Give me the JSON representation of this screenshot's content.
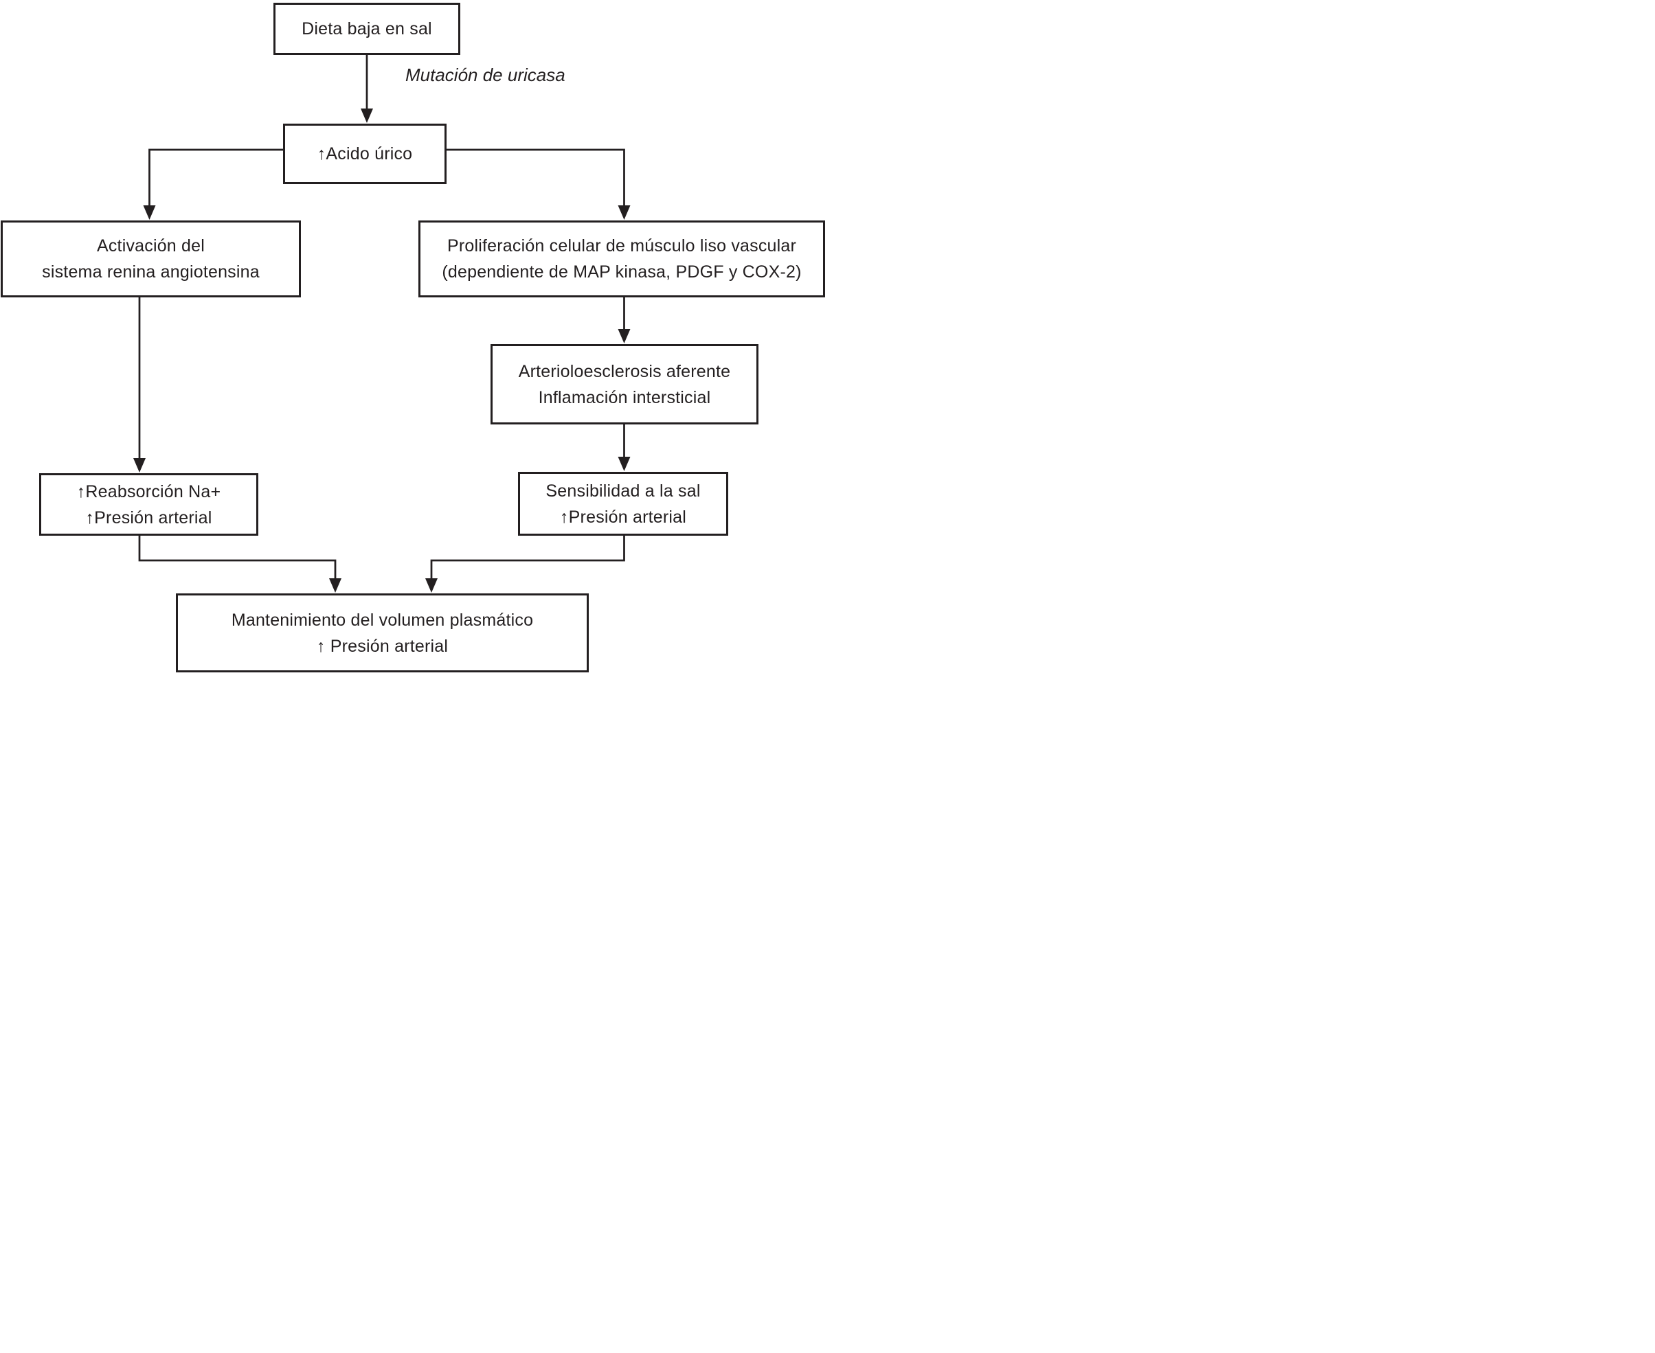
{
  "figure": {
    "type": "flowchart",
    "background_color": "#ffffff",
    "line_color": "#231f20",
    "text_color": "#231f20"
  },
  "nodes": {
    "dieta": {
      "text": "Dieta baja en sal"
    },
    "acido": {
      "text": "↑Acido úrico"
    },
    "activacion": {
      "line1": "Activación del",
      "line2": "sistema renina angiotensina"
    },
    "proliferacion": {
      "line1": "Proliferación celular de músculo liso vascular",
      "line2": "(dependiente de MAP kinasa, PDGF y COX-2)"
    },
    "arterioloesclerosis": {
      "line1": "Arterioloesclerosis aferente",
      "line2": "Inflamación intersticial"
    },
    "reabsorcion": {
      "line1": "↑Reabsorción Na+",
      "line2": "↑Presión arterial"
    },
    "sensibilidad": {
      "line1": "Sensibilidad a la sal",
      "line2": "↑Presión arterial"
    },
    "mantenimiento": {
      "line1": "Mantenimiento del volumen plasmático",
      "line2": "↑ Presión arterial"
    }
  },
  "edges": [
    {
      "from": "dieta",
      "to": "acido",
      "label": "Mutación de uricasa"
    },
    {
      "from": "acido",
      "to": "activacion"
    },
    {
      "from": "acido",
      "to": "proliferacion"
    },
    {
      "from": "activacion",
      "to": "reabsorcion"
    },
    {
      "from": "proliferacion",
      "to": "arterioloesclerosis"
    },
    {
      "from": "arterioloesclerosis",
      "to": "sensibilidad"
    },
    {
      "from": "reabsorcion",
      "to": "mantenimiento"
    },
    {
      "from": "sensibilidad",
      "to": "mantenimiento"
    }
  ]
}
